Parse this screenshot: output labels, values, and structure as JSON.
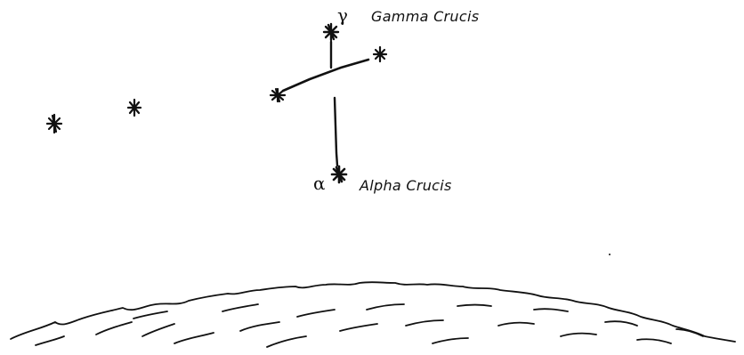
{
  "stars": {
    "gamma": {
      "symbol": "γ",
      "name": "Gamma Crucis"
    },
    "alpha": {
      "symbol": "α",
      "name": "Alpha Crucis"
    }
  },
  "colors": {
    "ink": "#111111",
    "background": "#ffffff"
  }
}
